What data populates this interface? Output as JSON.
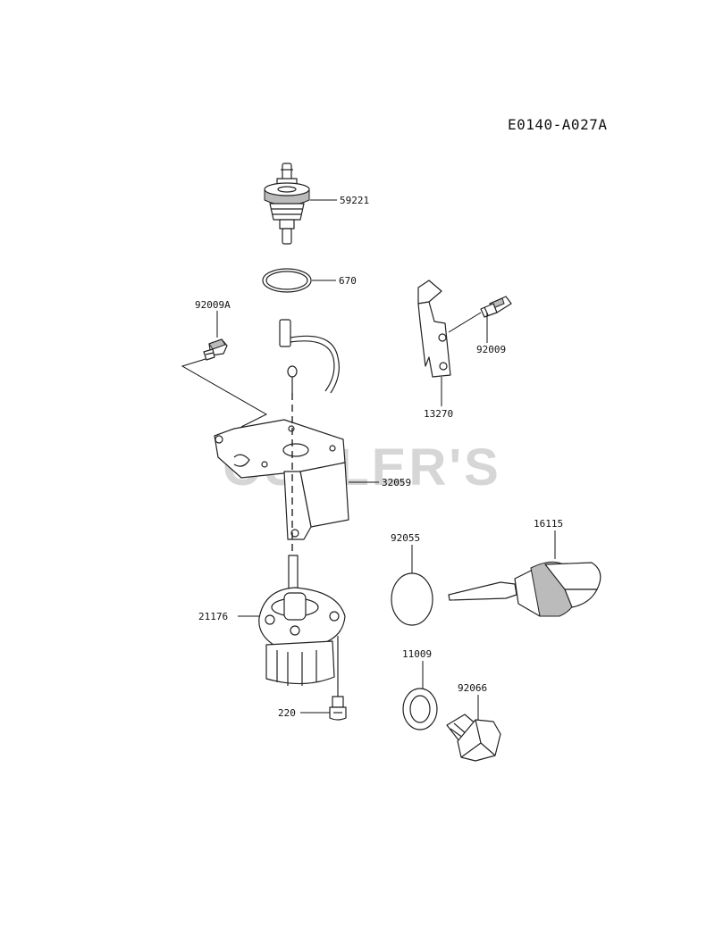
{
  "diagram_code": "E0140-A027A",
  "watermark": "CUTLER'S",
  "parts": {
    "p59221": "59221",
    "p670": "670",
    "p92009A": "92009A",
    "p92009": "92009",
    "p13270": "13270",
    "p32059": "32059",
    "p92055": "92055",
    "p16115": "16115",
    "p21176": "21176",
    "p11009": "11009",
    "p92066": "92066",
    "p220": "220"
  }
}
